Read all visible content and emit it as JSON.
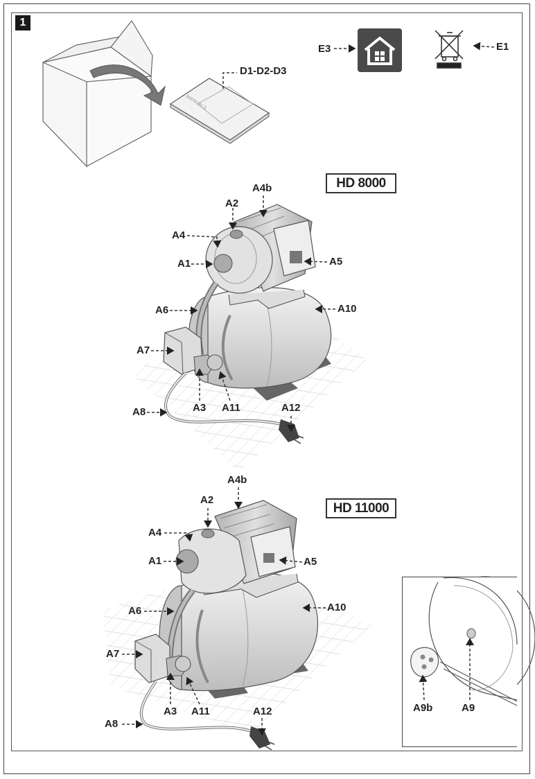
{
  "page": {
    "figure_number": "1"
  },
  "unboxing": {
    "manual_label": "D1-D2-D3",
    "manual_cover_text": "MANUALS"
  },
  "symbols": {
    "indoor_label": "E3",
    "disposal_label": "E1"
  },
  "model_8000": {
    "title": "HD 8000",
    "labels": {
      "a4b": "A4b",
      "a2": "A2",
      "a4": "A4",
      "a1": "A1",
      "a5": "A5",
      "a6": "A6",
      "a10": "A10",
      "a7": "A7",
      "a3": "A3",
      "a11": "A11",
      "a8": "A8",
      "a12": "A12"
    }
  },
  "model_11000": {
    "title": "HD 11000",
    "labels": {
      "a4b": "A4b",
      "a2": "A2",
      "a4": "A4",
      "a1": "A1",
      "a5": "A5",
      "a6": "A6",
      "a10": "A10",
      "a7": "A7",
      "a3": "A3",
      "a11": "A11",
      "a8": "A8",
      "a12": "A12"
    }
  },
  "inset": {
    "a9b": "A9b",
    "a9": "A9"
  }
}
